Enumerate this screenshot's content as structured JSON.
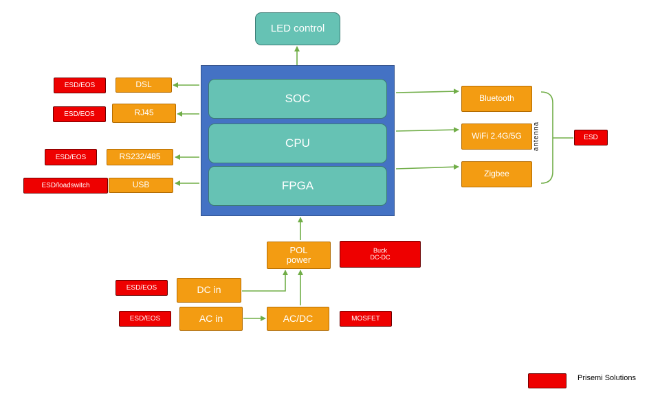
{
  "colors": {
    "orange": "#f39c12",
    "red": "#ee0000",
    "teal": "#66c2b4",
    "panel": "#4472c4",
    "arrow": "#70ad47"
  },
  "top": {
    "led": "LED control"
  },
  "core": {
    "soc": "SOC",
    "cpu": "CPU",
    "fpga": "FPGA"
  },
  "left_ports": {
    "dsl": "DSL",
    "dsl_protect": "ESD/EOS",
    "rj45": "RJ45",
    "rj45_protect": "ESD/EOS",
    "rs232": "RS232/485",
    "rs232_protect": "ESD/EOS",
    "usb": "USB",
    "usb_protect": "ESD/loadswitch"
  },
  "wireless": {
    "bluetooth": "Bluetooth",
    "wifi": "WiFi 2.4G/5G",
    "zigbee": "Zigbee",
    "antenna": "antenna",
    "esd": "ESD"
  },
  "power": {
    "pol_line1": "POL",
    "pol_line2": "power",
    "buck_line1": "Buck",
    "buck_line2": "DC-DC",
    "dc_in": "DC in",
    "dc_protect": "ESD/EOS",
    "ac_in": "AC in",
    "ac_protect": "ESD/EOS",
    "acdc": "AC/DC",
    "mosfet": "MOSFET"
  },
  "legend": {
    "label": "Prisemi Solutions"
  }
}
